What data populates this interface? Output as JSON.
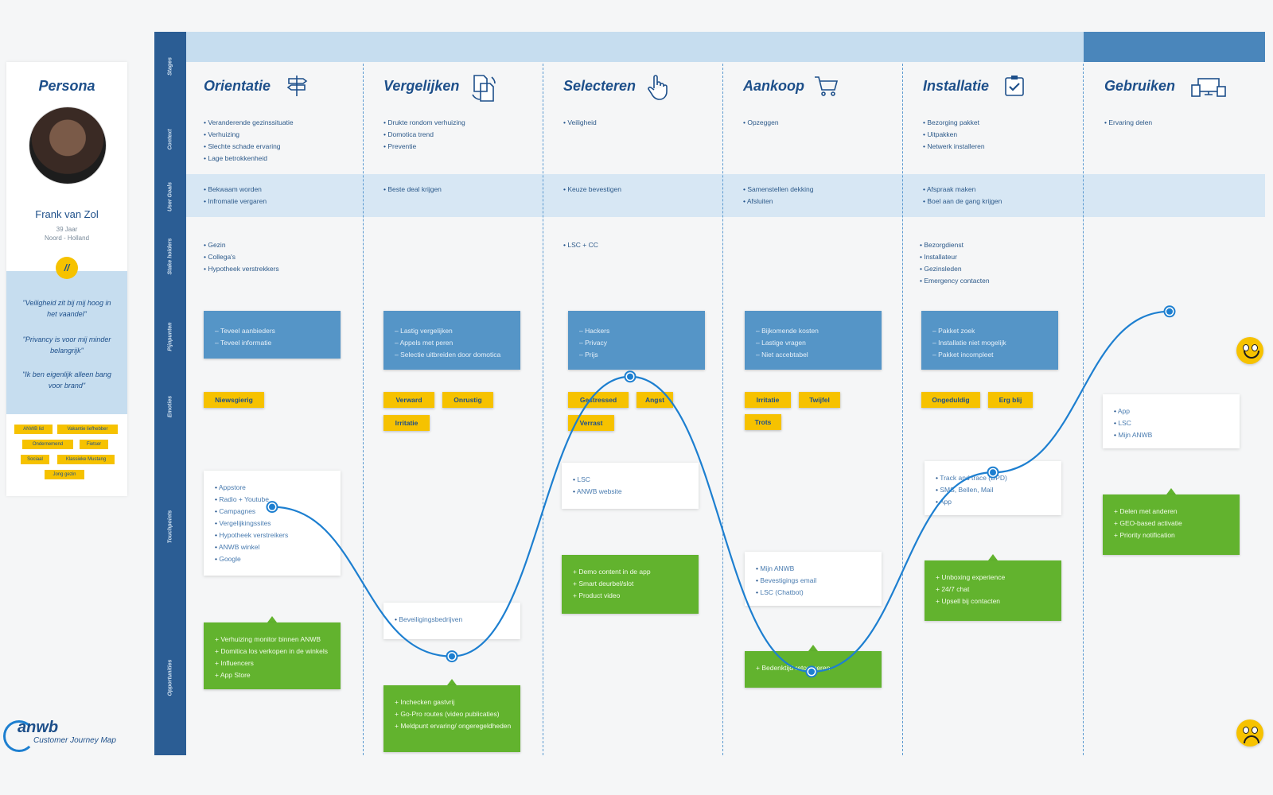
{
  "persona": {
    "title": "Persona",
    "name": "Frank van Zol",
    "age": "39 Jaar",
    "region": "Noord - Holland",
    "quote_icon": "//",
    "quotes": [
      "\"Veiligheid zit bij mij hoog in het vaandel\"",
      "\"Privancy is voor mij minder belangrijk\"",
      "\"Ik ben eigenlijk alleen bang voor brand\""
    ],
    "tags": [
      "ANWB lid",
      "Vakantie liefhebber",
      "Ondernemend",
      "Fietser",
      "Sociaal",
      "Klassieke Mustang",
      "Jong gezin"
    ]
  },
  "logo": {
    "name": "anwb",
    "subtitle": "Customer Journey Map"
  },
  "row_labels": [
    "Stages",
    "Context",
    "User Goals",
    "Stake holders",
    "Pijnpunten",
    "Emoties",
    "Touchpoints",
    "Opportunities"
  ],
  "stages": [
    {
      "title": "Orientatie",
      "icon": "signpost-icon",
      "context": [
        "Veranderende gezinssituatie",
        "Verhuizing",
        "Slechte schade ervaring",
        "Lage betrokkenheid"
      ],
      "goals": [
        "Bekwaam worden",
        "Infromatie vergaren"
      ],
      "stakeholders": [
        "Gezin",
        "Collega's",
        "Hypotheek verstrekkers"
      ],
      "pains": [
        "Teveel aanbieders",
        "Teveel informatie"
      ],
      "emotions": [
        "Niewsgierig"
      ],
      "touchpoints": [
        "Appstore",
        "Radio + Youtube",
        "Campagnes",
        "Vergelijkingssites",
        "Hypotheek verstreikers",
        "ANWB winkel",
        "Google"
      ],
      "opportunities": [
        "Verhuizing monitor binnen ANWB",
        "Domitica los verkopen in de winkels",
        "Influencers",
        "App Store"
      ]
    },
    {
      "title": "Vergelijken",
      "icon": "compare-documents-icon",
      "context": [
        "Drukte rondom verhuizing",
        "Domotica trend",
        "Preventie"
      ],
      "goals": [
        "Beste deal krijgen"
      ],
      "stakeholders": [],
      "pains": [
        "Lastig vergelijken",
        "Appels met peren",
        "Selectie uitbreiden door domotica"
      ],
      "emotions": [
        "Verward",
        "Onrustig",
        "Irritatie"
      ],
      "touchpoints": [
        "Beveiligingsbedrijven"
      ],
      "opportunities": [
        "Inchecken gastvrij",
        "Go-Pro routes (video publicaties)",
        "Meldpunt ervaring/ ongeregeldheden"
      ]
    },
    {
      "title": "Selecteren",
      "icon": "pointer-hand-icon",
      "context": [
        "Veiligheid"
      ],
      "goals": [
        "Keuze bevestigen"
      ],
      "stakeholders": [
        "LSC + CC"
      ],
      "pains": [
        "Hackers",
        "Privacy",
        "Prijs"
      ],
      "emotions": [
        "Gestressed",
        "Angst",
        "Verrast"
      ],
      "touchpoints": [
        "LSC",
        "ANWB website"
      ],
      "opportunities": [
        "Demo content in de app",
        "Smart deurbel/slot",
        "Product video"
      ]
    },
    {
      "title": "Aankoop",
      "icon": "shopping-cart-icon",
      "context": [
        "Opzeggen"
      ],
      "goals": [
        "Samenstellen dekking",
        "Afsluiten"
      ],
      "stakeholders": [],
      "pains": [
        "Bijkomende kosten",
        "Lastige vragen",
        "Niet accebtabel"
      ],
      "emotions": [
        "Irritatie",
        "Twijfel",
        "Trots"
      ],
      "touchpoints": [
        "Mijn ANWB",
        "Bevestigings email",
        "LSC (Chatbot)"
      ],
      "opportunities": [
        "Bedenktijd retourneren"
      ]
    },
    {
      "title": "Installatie",
      "icon": "clipboard-check-icon",
      "context": [
        "Bezorging pakket",
        "Uitpakken",
        "Netwerk installeren"
      ],
      "goals": [
        "Afspraak maken",
        "Boel aan de gang krijgen"
      ],
      "stakeholders": [
        "Bezorgdienst",
        "Installateur",
        "Gezinsleden",
        "Emergency contacten"
      ],
      "pains": [
        "Pakket zoek",
        "Installatie niet mogelijk",
        "Pakket incompleet"
      ],
      "emotions": [
        "Ongeduldig",
        "Erg blij"
      ],
      "touchpoints": [
        "Track and trace (DPD)",
        "SMS, Bellen, Mail",
        "App"
      ],
      "opportunities": [
        "Unboxing experience",
        "24/7 chat",
        "Upsell bij contacten"
      ]
    },
    {
      "title": "Gebruiken",
      "icon": "devices-icon",
      "context": [
        "Ervaring delen"
      ],
      "goals": [],
      "stakeholders": [],
      "pains": [],
      "emotions": [],
      "touchpoints": [
        "App",
        "LSC",
        "Mijn ANWB"
      ],
      "opportunities": [
        "Delen met anderen",
        "GEO-based activatie",
        "Priority notification"
      ]
    }
  ],
  "emotion_curve": {
    "scale": [
      "happy-face-icon",
      "sad-face-icon"
    ],
    "levels": [
      0.41,
      0.8,
      0.07,
      0.84,
      0.32,
      -0.1
    ]
  },
  "colors": {
    "stage_bar": "#2b5d94",
    "pain": "#5595c7",
    "emotion": "#f6c200",
    "opportunity": "#62b32e",
    "curve": "#1d7fd0"
  }
}
